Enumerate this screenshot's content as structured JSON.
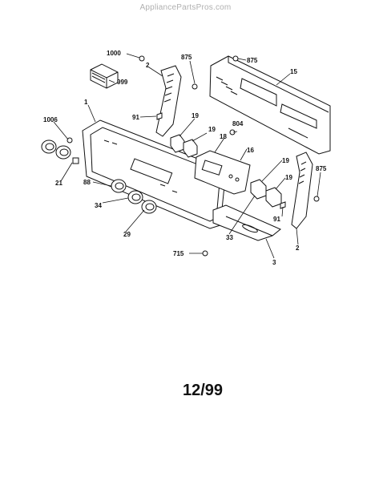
{
  "header": {
    "watermark": "AppliancePartsPros.com"
  },
  "diagram": {
    "part_numbers": [
      "1000",
      "2",
      "875",
      "875",
      "15",
      "999",
      "1",
      "91",
      "19",
      "19",
      "804",
      "1006",
      "18",
      "16",
      "19",
      "19",
      "875",
      "21",
      "88",
      "34",
      "91",
      "29",
      "33",
      "2",
      "715",
      "3"
    ]
  },
  "footer": {
    "date_code": "12/99"
  }
}
